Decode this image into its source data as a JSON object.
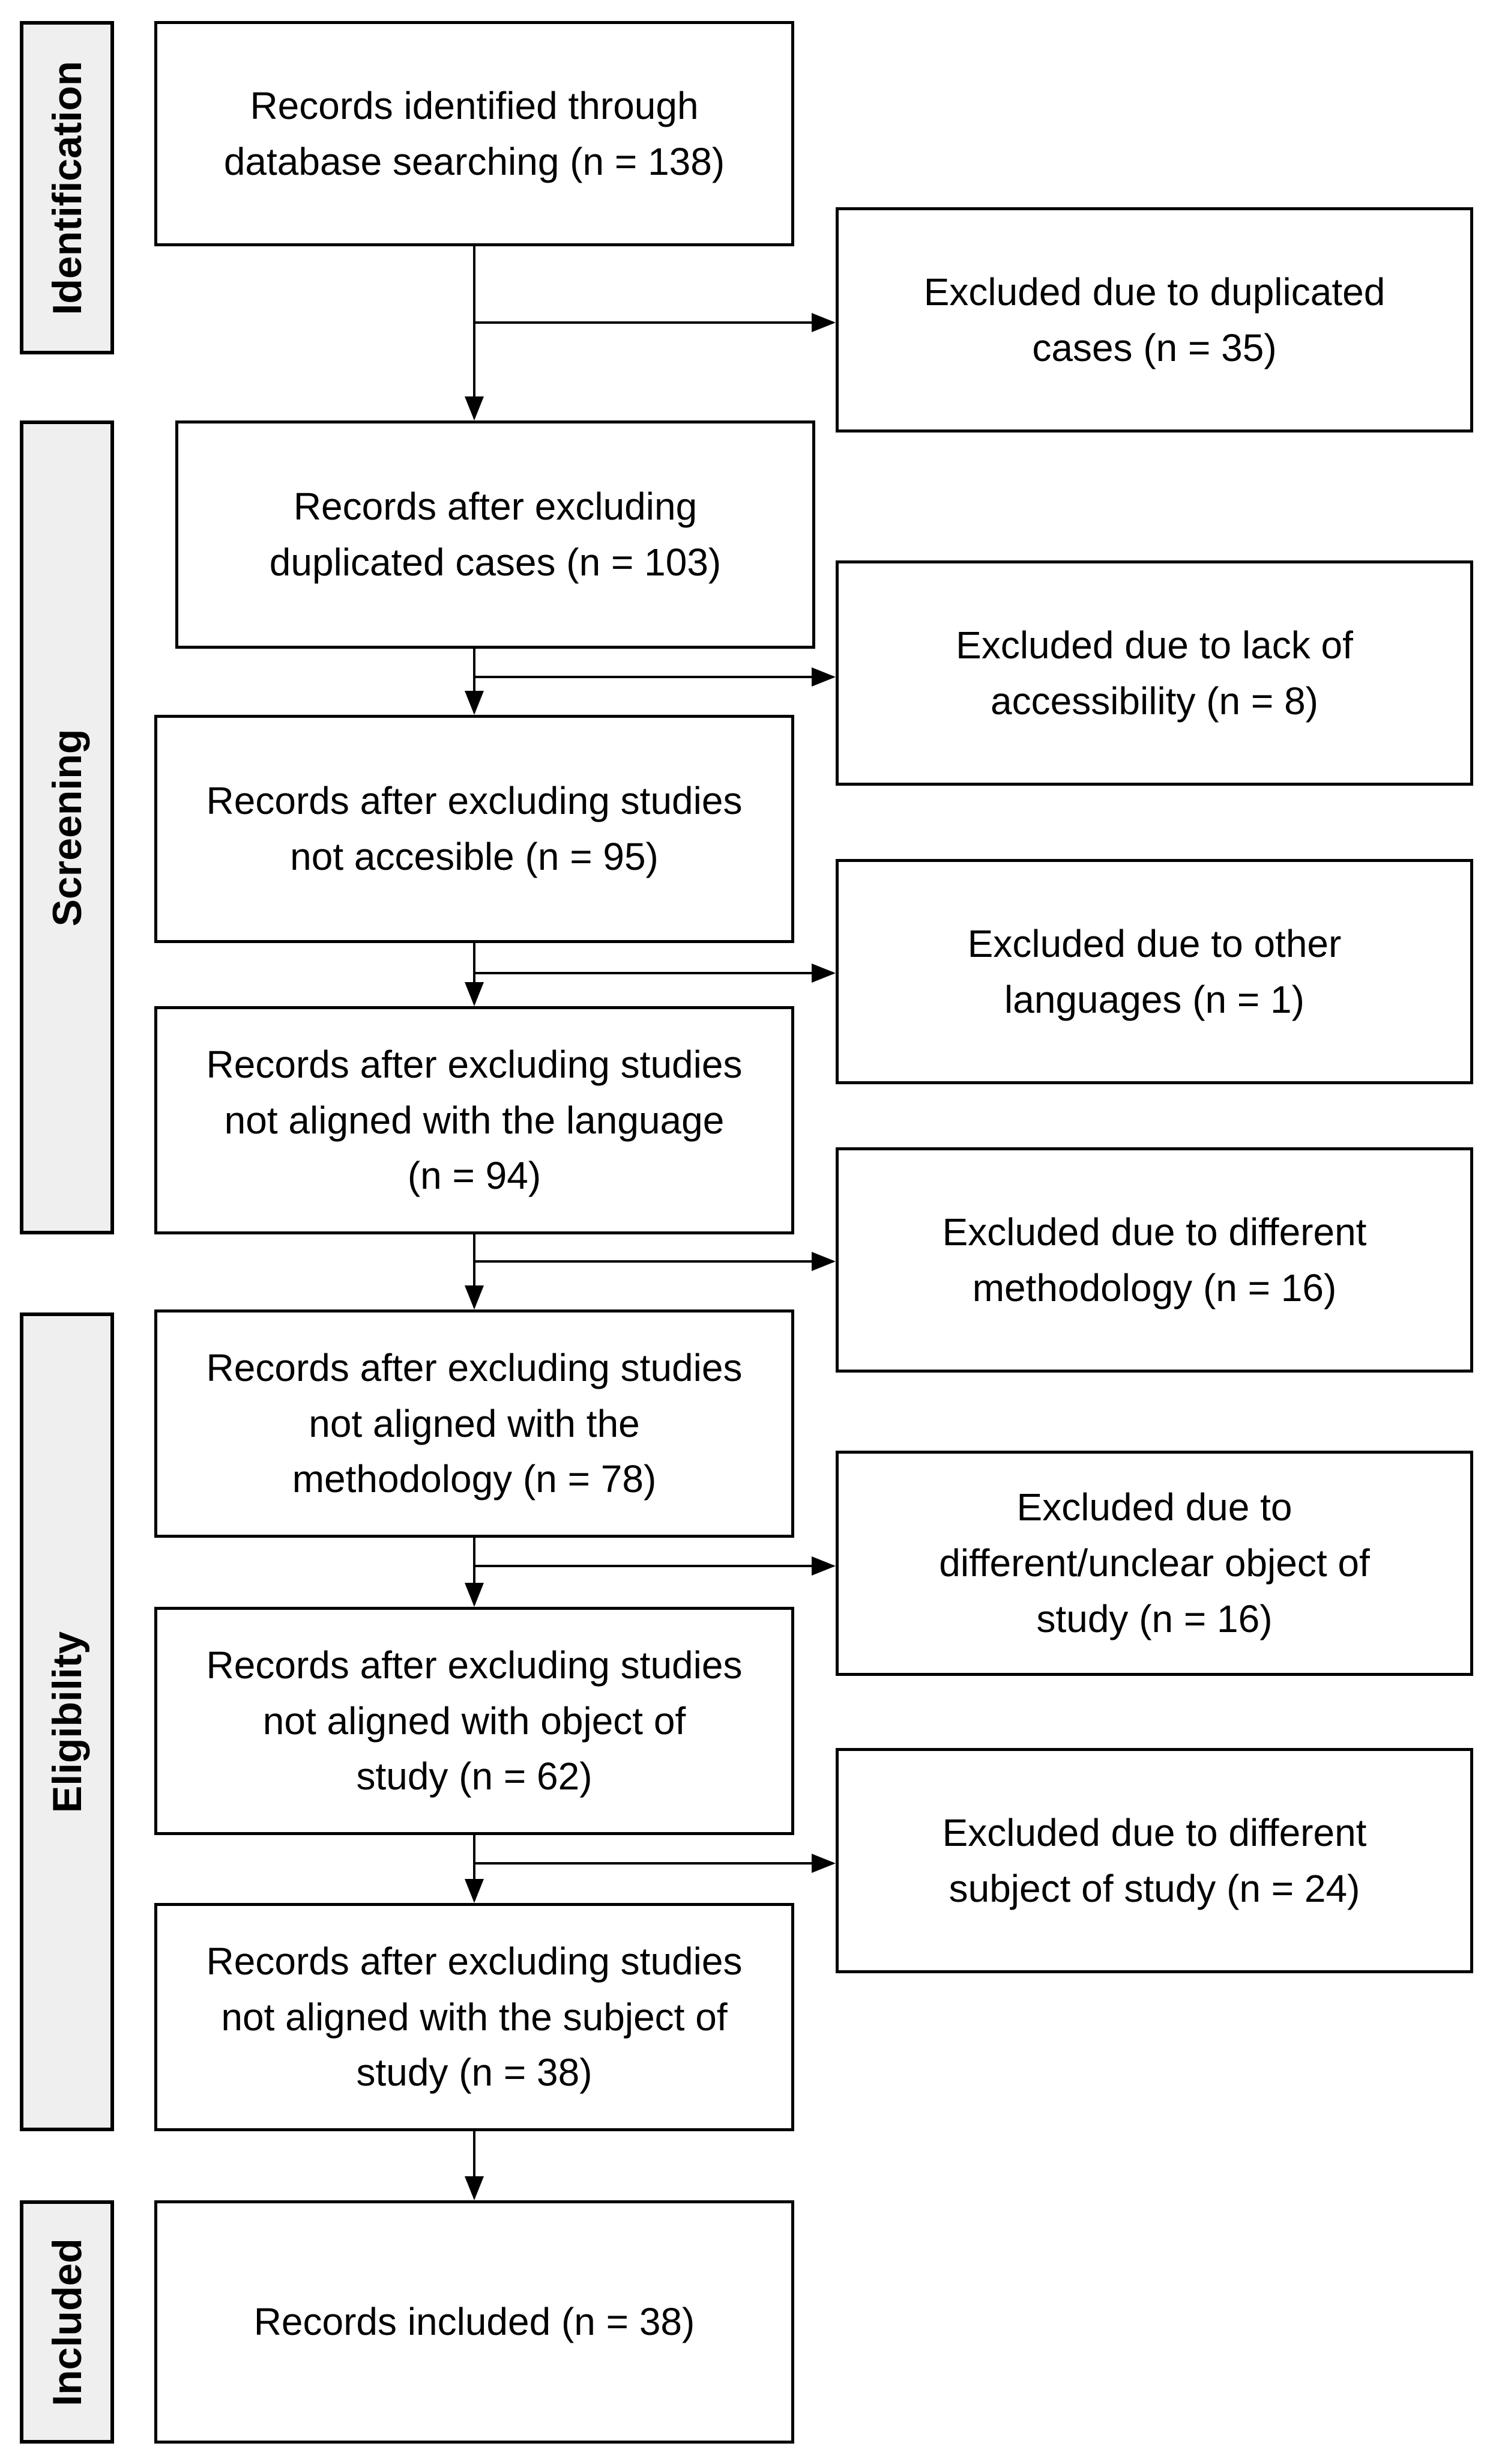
{
  "phases": {
    "identification": "Identification",
    "screening": "Screening",
    "eligibility": "Eligibility",
    "included": "Included"
  },
  "records": [
    [
      "Records identified through",
      "database searching (n = 138)"
    ],
    [
      "Records after excluding",
      "duplicated cases (n = 103)"
    ],
    [
      "Records after excluding studies",
      "not accesible (n = 95)"
    ],
    [
      "Records after excluding studies",
      "not aligned with the language",
      "(n = 94)"
    ],
    [
      "Records after excluding studies",
      "not aligned with the",
      "methodology (n = 78)"
    ],
    [
      "Records after excluding studies",
      "not aligned with object of",
      "study (n = 62)"
    ],
    [
      "Records after excluding studies",
      "not aligned with the subject of",
      "study (n = 38)"
    ],
    [
      "Records included (n = 38)"
    ]
  ],
  "exclusions": [
    [
      "Excluded due to duplicated",
      "cases (n = 35)"
    ],
    [
      "Excluded due to lack of",
      "accessibility (n = 8)"
    ],
    [
      "Excluded due to other",
      "languages (n = 1)"
    ],
    [
      "Excluded due to different",
      "methodology (n = 16)"
    ],
    [
      "Excluded due to",
      "different/unclear object of",
      "study (n = 16)"
    ],
    [
      "Excluded due to different",
      "subject of study (n = 24)"
    ]
  ]
}
